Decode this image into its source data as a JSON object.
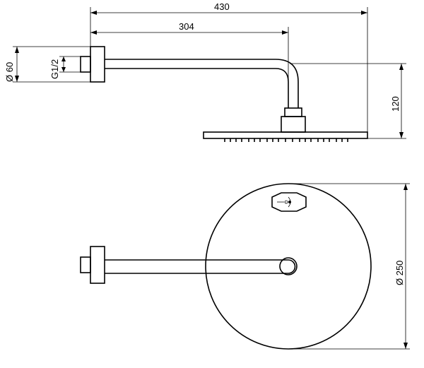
{
  "dimensions": {
    "overall_length": "430",
    "arm_length": "304",
    "flange_diameter": "Ø 60",
    "thread": "G1/2",
    "height": "120",
    "head_diameter": "Ø 250"
  }
}
